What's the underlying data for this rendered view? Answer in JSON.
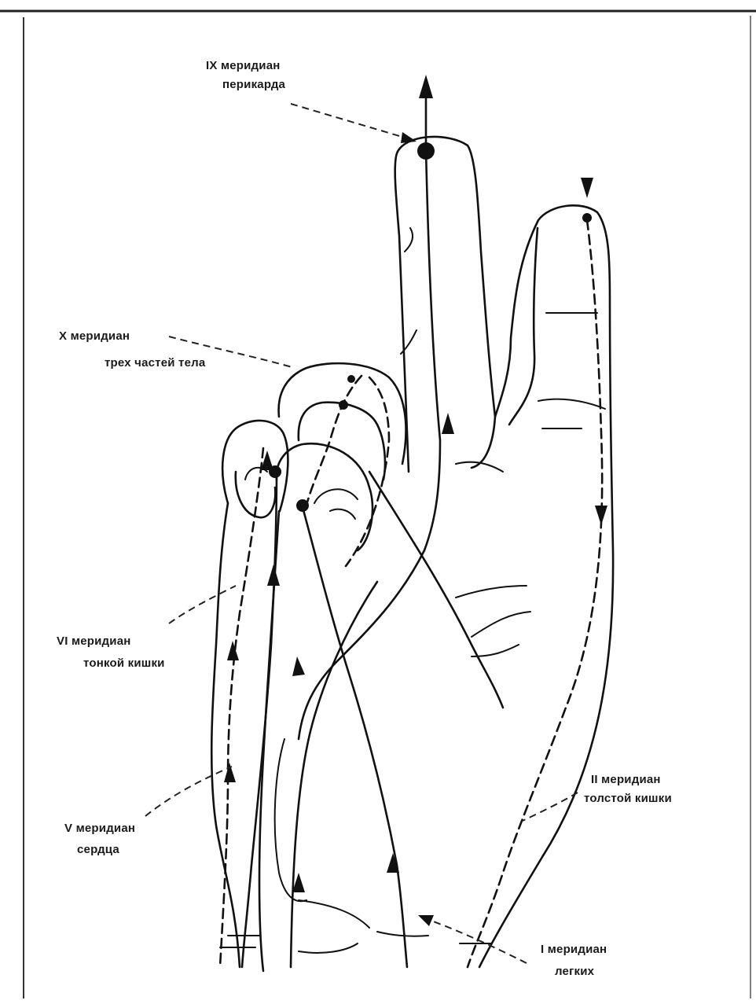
{
  "labels": {
    "pericardium": {
      "line1": "IX меридиан",
      "line2": "перикарда"
    },
    "three_parts": {
      "line1": "X меридиан",
      "line2": "трех частей тела"
    },
    "small_intestine": {
      "line1": "VI меридиан",
      "line2": "тонкой кишки"
    },
    "heart": {
      "line1": "V меридиан",
      "line2": "сердца"
    },
    "large_intestine": {
      "line1": "II меридиан",
      "line2": "толстой кишки"
    },
    "lungs": {
      "line1": "I меридиан",
      "line2": "легких"
    }
  },
  "colors": {
    "ink": "#111111",
    "paper": "#ffffff"
  }
}
